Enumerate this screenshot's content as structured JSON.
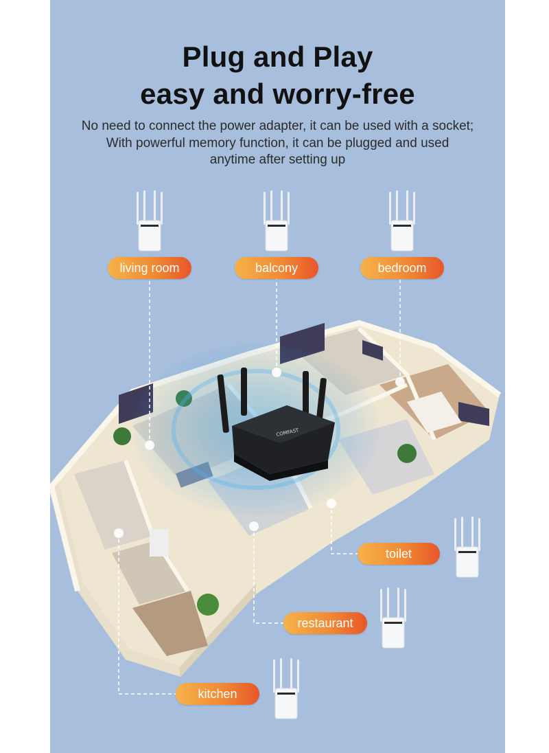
{
  "headline": {
    "line1": "Plug and Play",
    "line2": "easy and worry-free"
  },
  "description": {
    "line1": "No need to connect the power adapter, it can be used with a socket;",
    "line2": "With powerful memory function, it can be plugged and used",
    "line3": "anytime after setting up"
  },
  "rooms": {
    "living_room": "living room",
    "balcony": "balcony",
    "bedroom": "bedroom",
    "toilet": "toilet",
    "restaurant": "restaurant",
    "kitchen": "kitchen"
  },
  "colors": {
    "background": "#a7bfdc",
    "label_start": "#f7b24a",
    "label_end": "#e8562a",
    "signal": "#3aa3e8"
  },
  "icons": {
    "router": "wifi-router-icon",
    "extender": "wifi-extender-icon",
    "house": "floor-plan-illustration"
  }
}
